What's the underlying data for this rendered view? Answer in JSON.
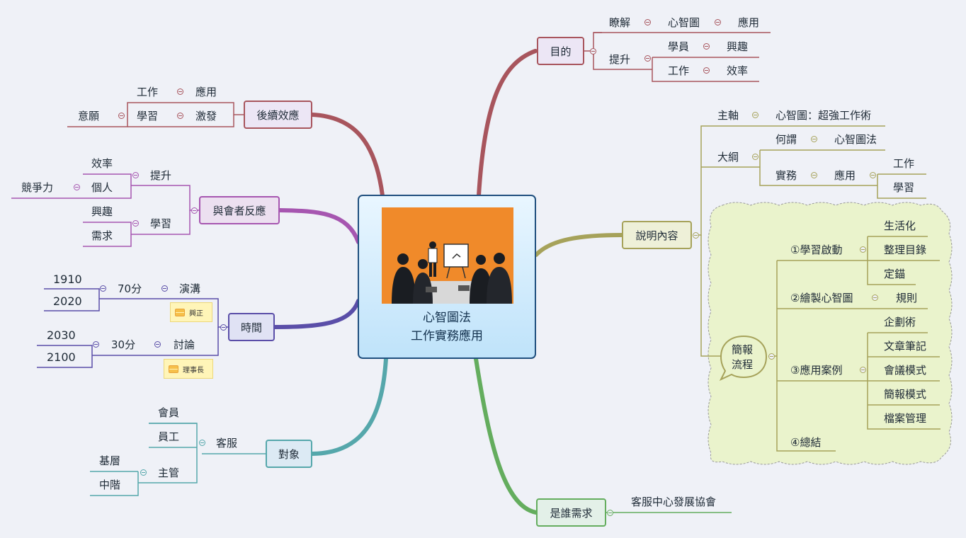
{
  "central": {
    "title_line1": "心智圖法",
    "title_line2": "工作實務應用"
  },
  "branches": {
    "purpose": {
      "label": "目的",
      "understand": "瞭解",
      "mindmap": "心智圖",
      "apply": "應用",
      "improve": "提升",
      "trainee": "學員",
      "interest": "興趣",
      "work": "工作",
      "efficiency": "效率"
    },
    "content": {
      "label": "說明內容",
      "axis": "主軸",
      "axis_value": "心智圖：超強工作術",
      "outline": "大綱",
      "what_is": "何謂",
      "method": "心智圖法",
      "practice": "實務",
      "apply": "應用",
      "work": "工作",
      "study": "學習",
      "callout": "簡報\n流程",
      "step1": "①學習啟動",
      "s1_a": "生活化",
      "s1_b": "整理目錄",
      "s1_c": "定錨",
      "step2": "②繪製心智圖",
      "s2_a": "規則",
      "step3": "③應用案例",
      "s3_a": "企劃術",
      "s3_b": "文章筆記",
      "s3_c": "會議模式",
      "s3_d": "簡報模式",
      "s3_e": "檔案管理",
      "step4": "④總結"
    },
    "who_needs": {
      "label": "是誰需求",
      "value": "客服中心發展協會"
    },
    "audience": {
      "label": "對象",
      "service": "客服",
      "member": "會員",
      "staff": "員工",
      "manager": "主管",
      "junior": "基層",
      "middle": "中階"
    },
    "time": {
      "label": "時間",
      "min70": "70分",
      "speech": "演溝",
      "t1910": "1910",
      "t2020": "2020",
      "note1": "興正",
      "min30": "30分",
      "discussion": "討論",
      "t2030": "2030",
      "t2100": "2100",
      "note2": "理事長"
    },
    "feedback": {
      "label": "與會者反應",
      "improve": "提升",
      "efficiency": "效率",
      "personal": "個人",
      "competitiveness": "競爭力",
      "study": "學習",
      "interest": "興趣",
      "demand": "需求"
    },
    "follow_up": {
      "label": "後續效應",
      "work": "工作",
      "apply": "應用",
      "study": "學習",
      "inspire": "激發",
      "willing": "意願"
    }
  },
  "colors": {
    "purpose": "#a8555d",
    "content": "#a6a25a",
    "who_needs": "#64ad5e",
    "audience": "#55a7ab",
    "time": "#5a4ea8",
    "feedback": "#a656b0",
    "follow_up": "#a8555d",
    "callout_fill": "#eaf3cc",
    "background": "#eff1f7"
  }
}
